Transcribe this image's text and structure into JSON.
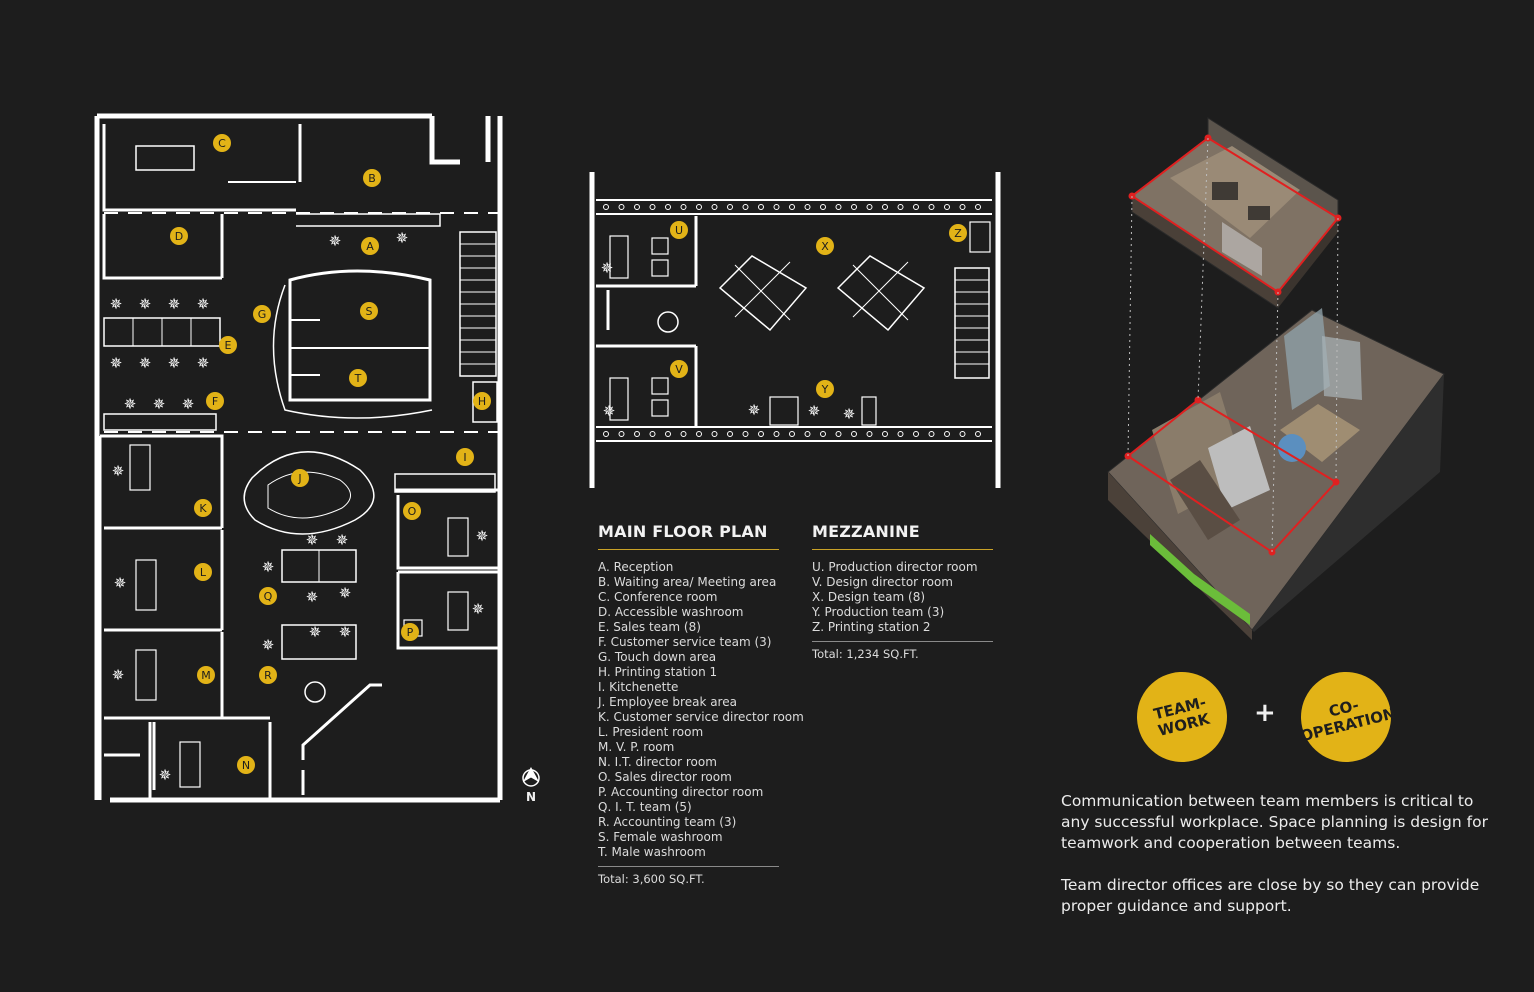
{
  "main_floor": {
    "title": "MAIN FLOOR PLAN",
    "items": [
      "A. Reception",
      "B.  Waiting area/ Meeting area",
      "C. Conference room",
      "D.  Accessible washroom",
      "E.  Sales team (8)",
      "F.  Customer service team (3)",
      "G. Touch down area",
      "H.  Printing station 1",
      "I.  Kitchenette",
      "J. Employee break area",
      "K. Customer service director room",
      "L. President room",
      "M. V. P. room",
      "N. I.T. director room",
      "O.  Sales director room",
      "P.  Accounting director room",
      "Q. I. T. team (5)",
      "R. Accounting team (3)",
      "S. Female washroom",
      "T. Male washroom"
    ],
    "total": "Total: 3,600 SQ.FT."
  },
  "mezzanine": {
    "title": "MEZZANINE",
    "items": [
      "U. Production  director room",
      "V. Design director room",
      "X. Design team (8)",
      "Y. Production team (3)",
      "Z. Printing station 2"
    ],
    "total": "Total: 1,234 SQ.FT."
  },
  "plan_markers": {
    "main": [
      "A",
      "B",
      "C",
      "D",
      "E",
      "F",
      "G",
      "H",
      "I",
      "J",
      "K",
      "L",
      "M",
      "N",
      "O",
      "P",
      "Q",
      "R",
      "S",
      "T"
    ],
    "mezzanine": [
      "U",
      "V",
      "X",
      "Y",
      "Z"
    ]
  },
  "north_label": "N",
  "badges": {
    "left": "TEAM-\nWORK",
    "plus": "+",
    "right": "CO-\nOPERATION"
  },
  "description": {
    "p1": "Communication between team members is critical to any successful workplace.  Space planning is design for teamwork and cooperation between teams.",
    "p2": "Team director offices are close by so they can provide proper guidance and support."
  },
  "colors": {
    "background": "#1d1d1d",
    "accent": "#e2b317",
    "walls": "#ffffff",
    "section_lines": "#e02020"
  }
}
